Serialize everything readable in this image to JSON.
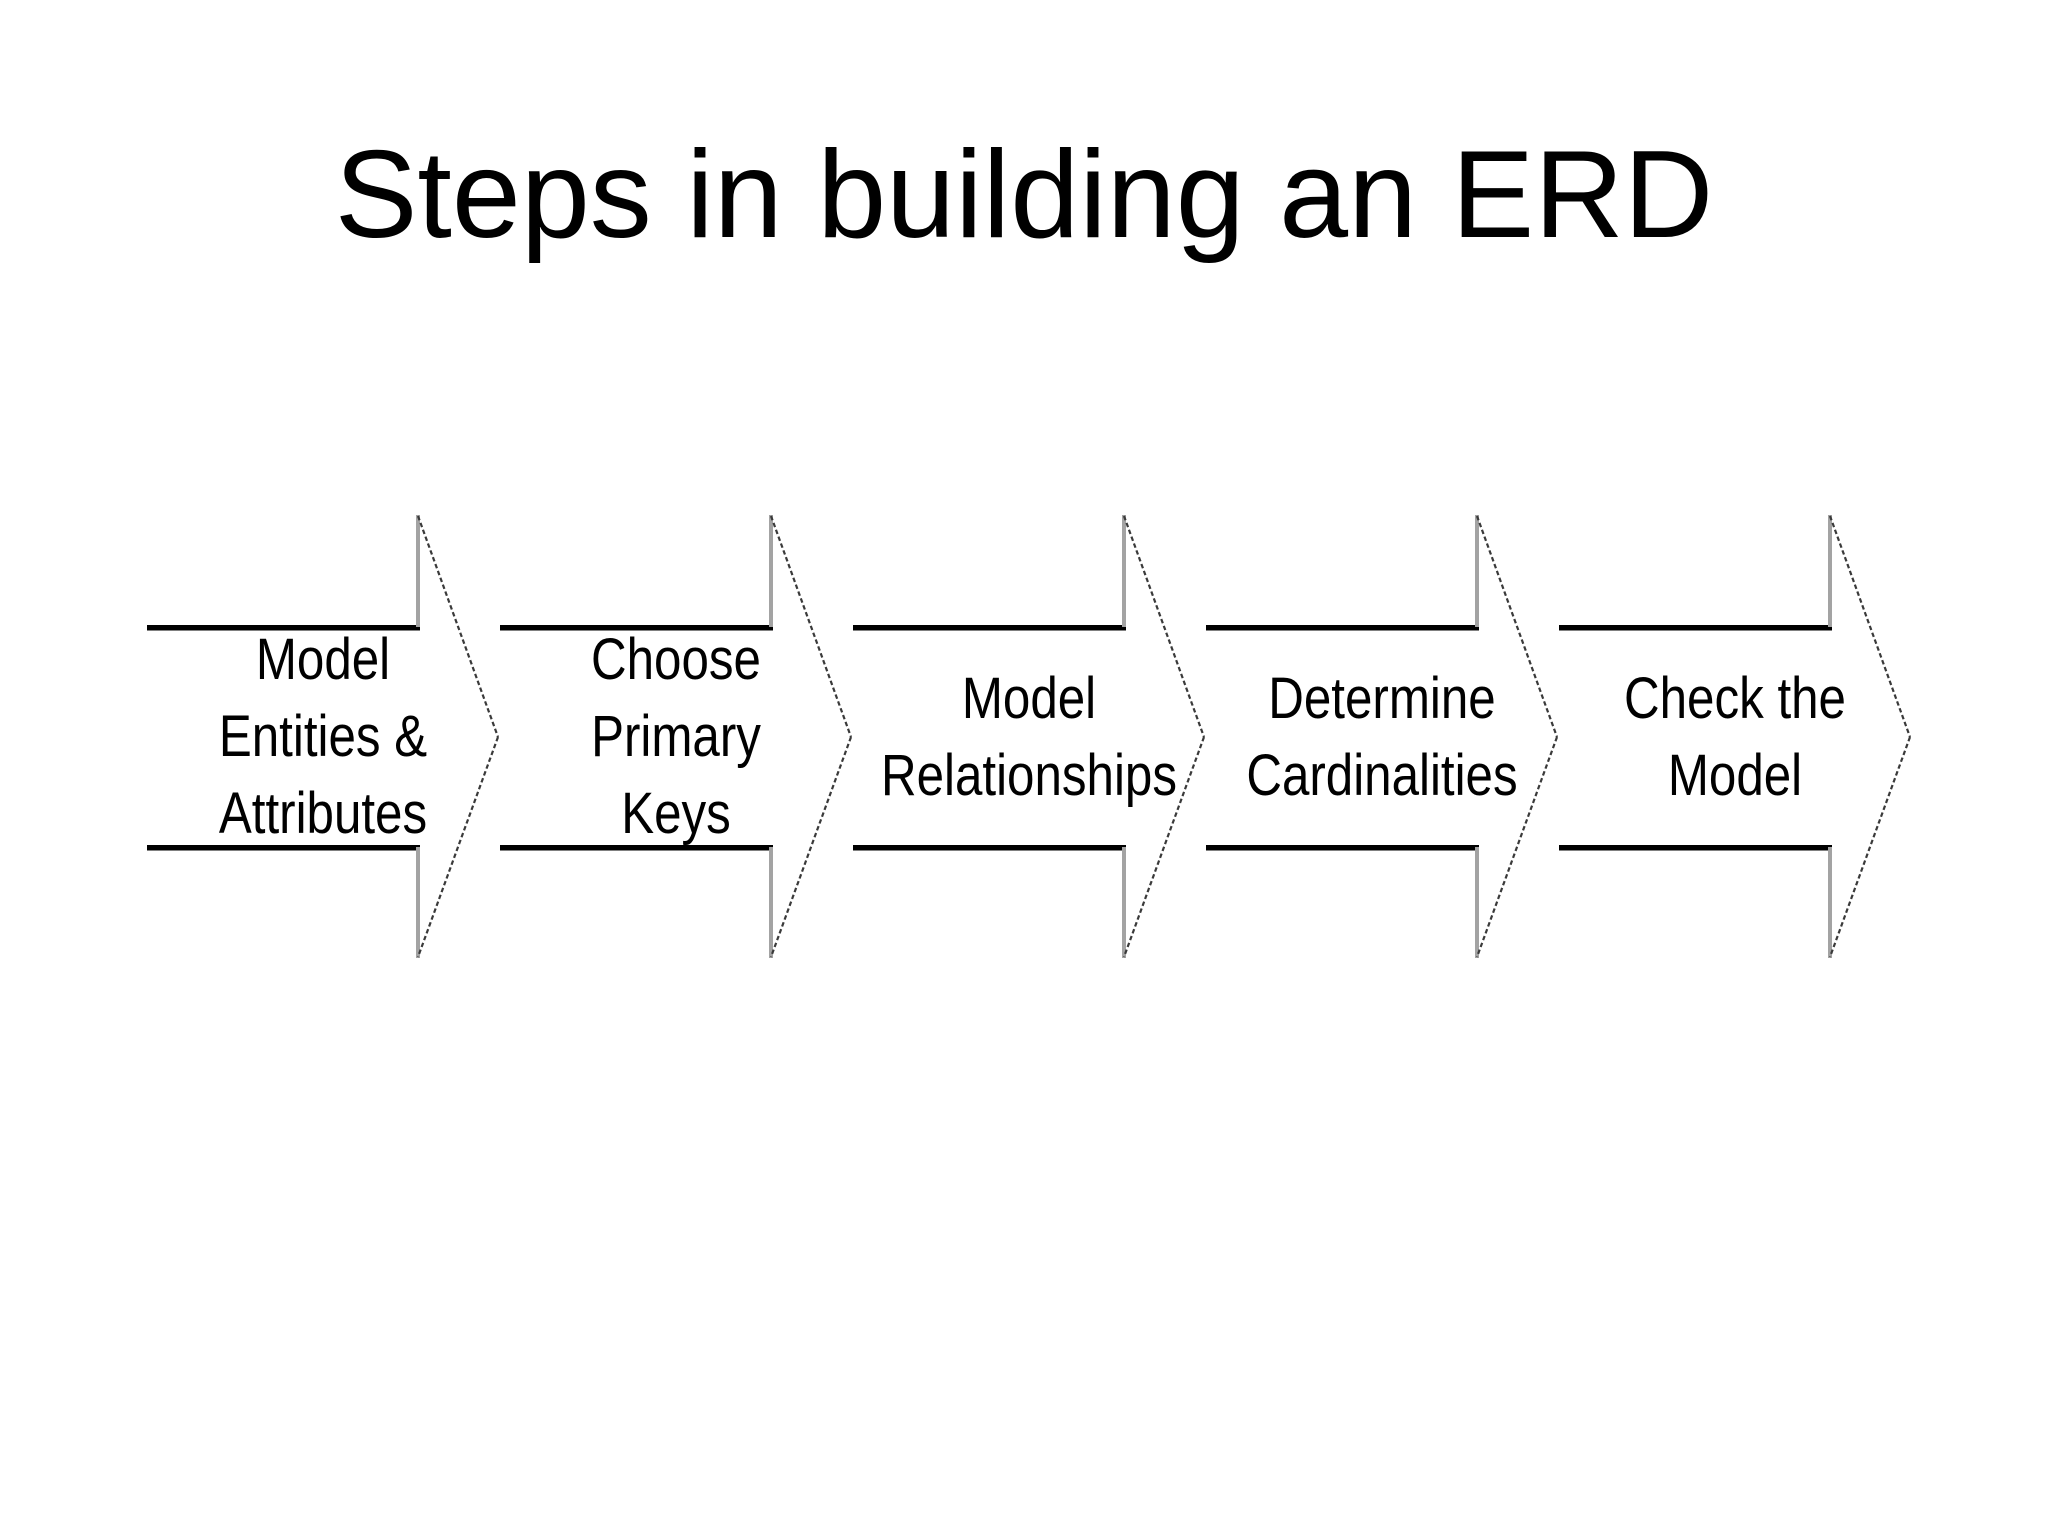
{
  "title": {
    "text": "Steps in building an ERD"
  },
  "steps": [
    {
      "label": "Model\nEntities &\nAttributes"
    },
    {
      "label": "Choose\nPrimary\nKeys"
    },
    {
      "label": "Model\nRelationships"
    },
    {
      "label": "Determine\nCardinalities"
    },
    {
      "label": "Check the\nModel"
    }
  ],
  "colors": {
    "background": "#ffffff",
    "body_line": "#000000",
    "riser": "#a3a3a3",
    "arrowhead_edge": "#3a3a3a",
    "text": "#000000"
  }
}
